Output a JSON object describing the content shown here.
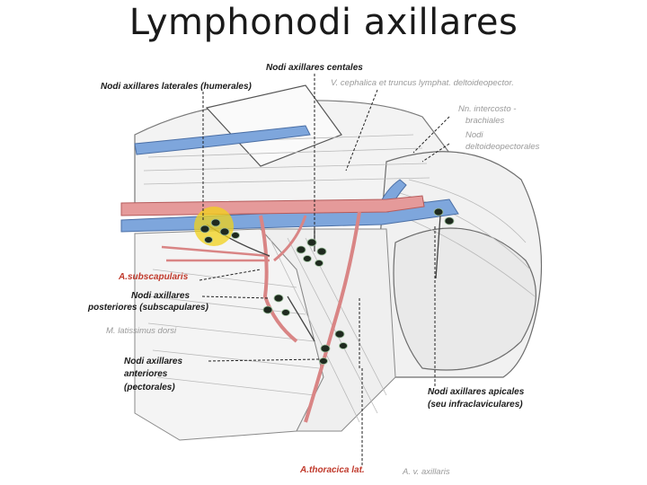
{
  "title": "Lymphonodi axillares",
  "labels": {
    "centrales": "Nodi axillares centales",
    "laterales": "Nodi axillares laterales (humerales)",
    "cephalica": "V. cephalica et truncus lymphat. deltoideopector.",
    "intercosto_1": "Nn. intercosto -",
    "intercosto_2": "brachiales",
    "deltoideopect_1": "Nodi",
    "deltoideopect_2": "deltoideopectorales",
    "subscapularis": "A.subscapularis",
    "posteriores_1": "Nodi axillares",
    "posteriores_2": "posteriores (subscapulares)",
    "latissimus": "M. latissimus dorsi",
    "anteriores_1": "Nodi axillares",
    "anteriores_2": "anteriores",
    "anteriores_3": "(pectorales)",
    "apicales_1": "Nodi axillares apicales",
    "apicales_2": "(seu infraclaviculares)",
    "thoracica": "A.thoracica lat.",
    "axillaris": "A. v. axillaris"
  },
  "colors": {
    "artery": "#e59a9a",
    "vein": "#7ea6dc",
    "node": "#1f2a1f",
    "highlight": "#f2d21a",
    "label_red": "#c0392b"
  }
}
